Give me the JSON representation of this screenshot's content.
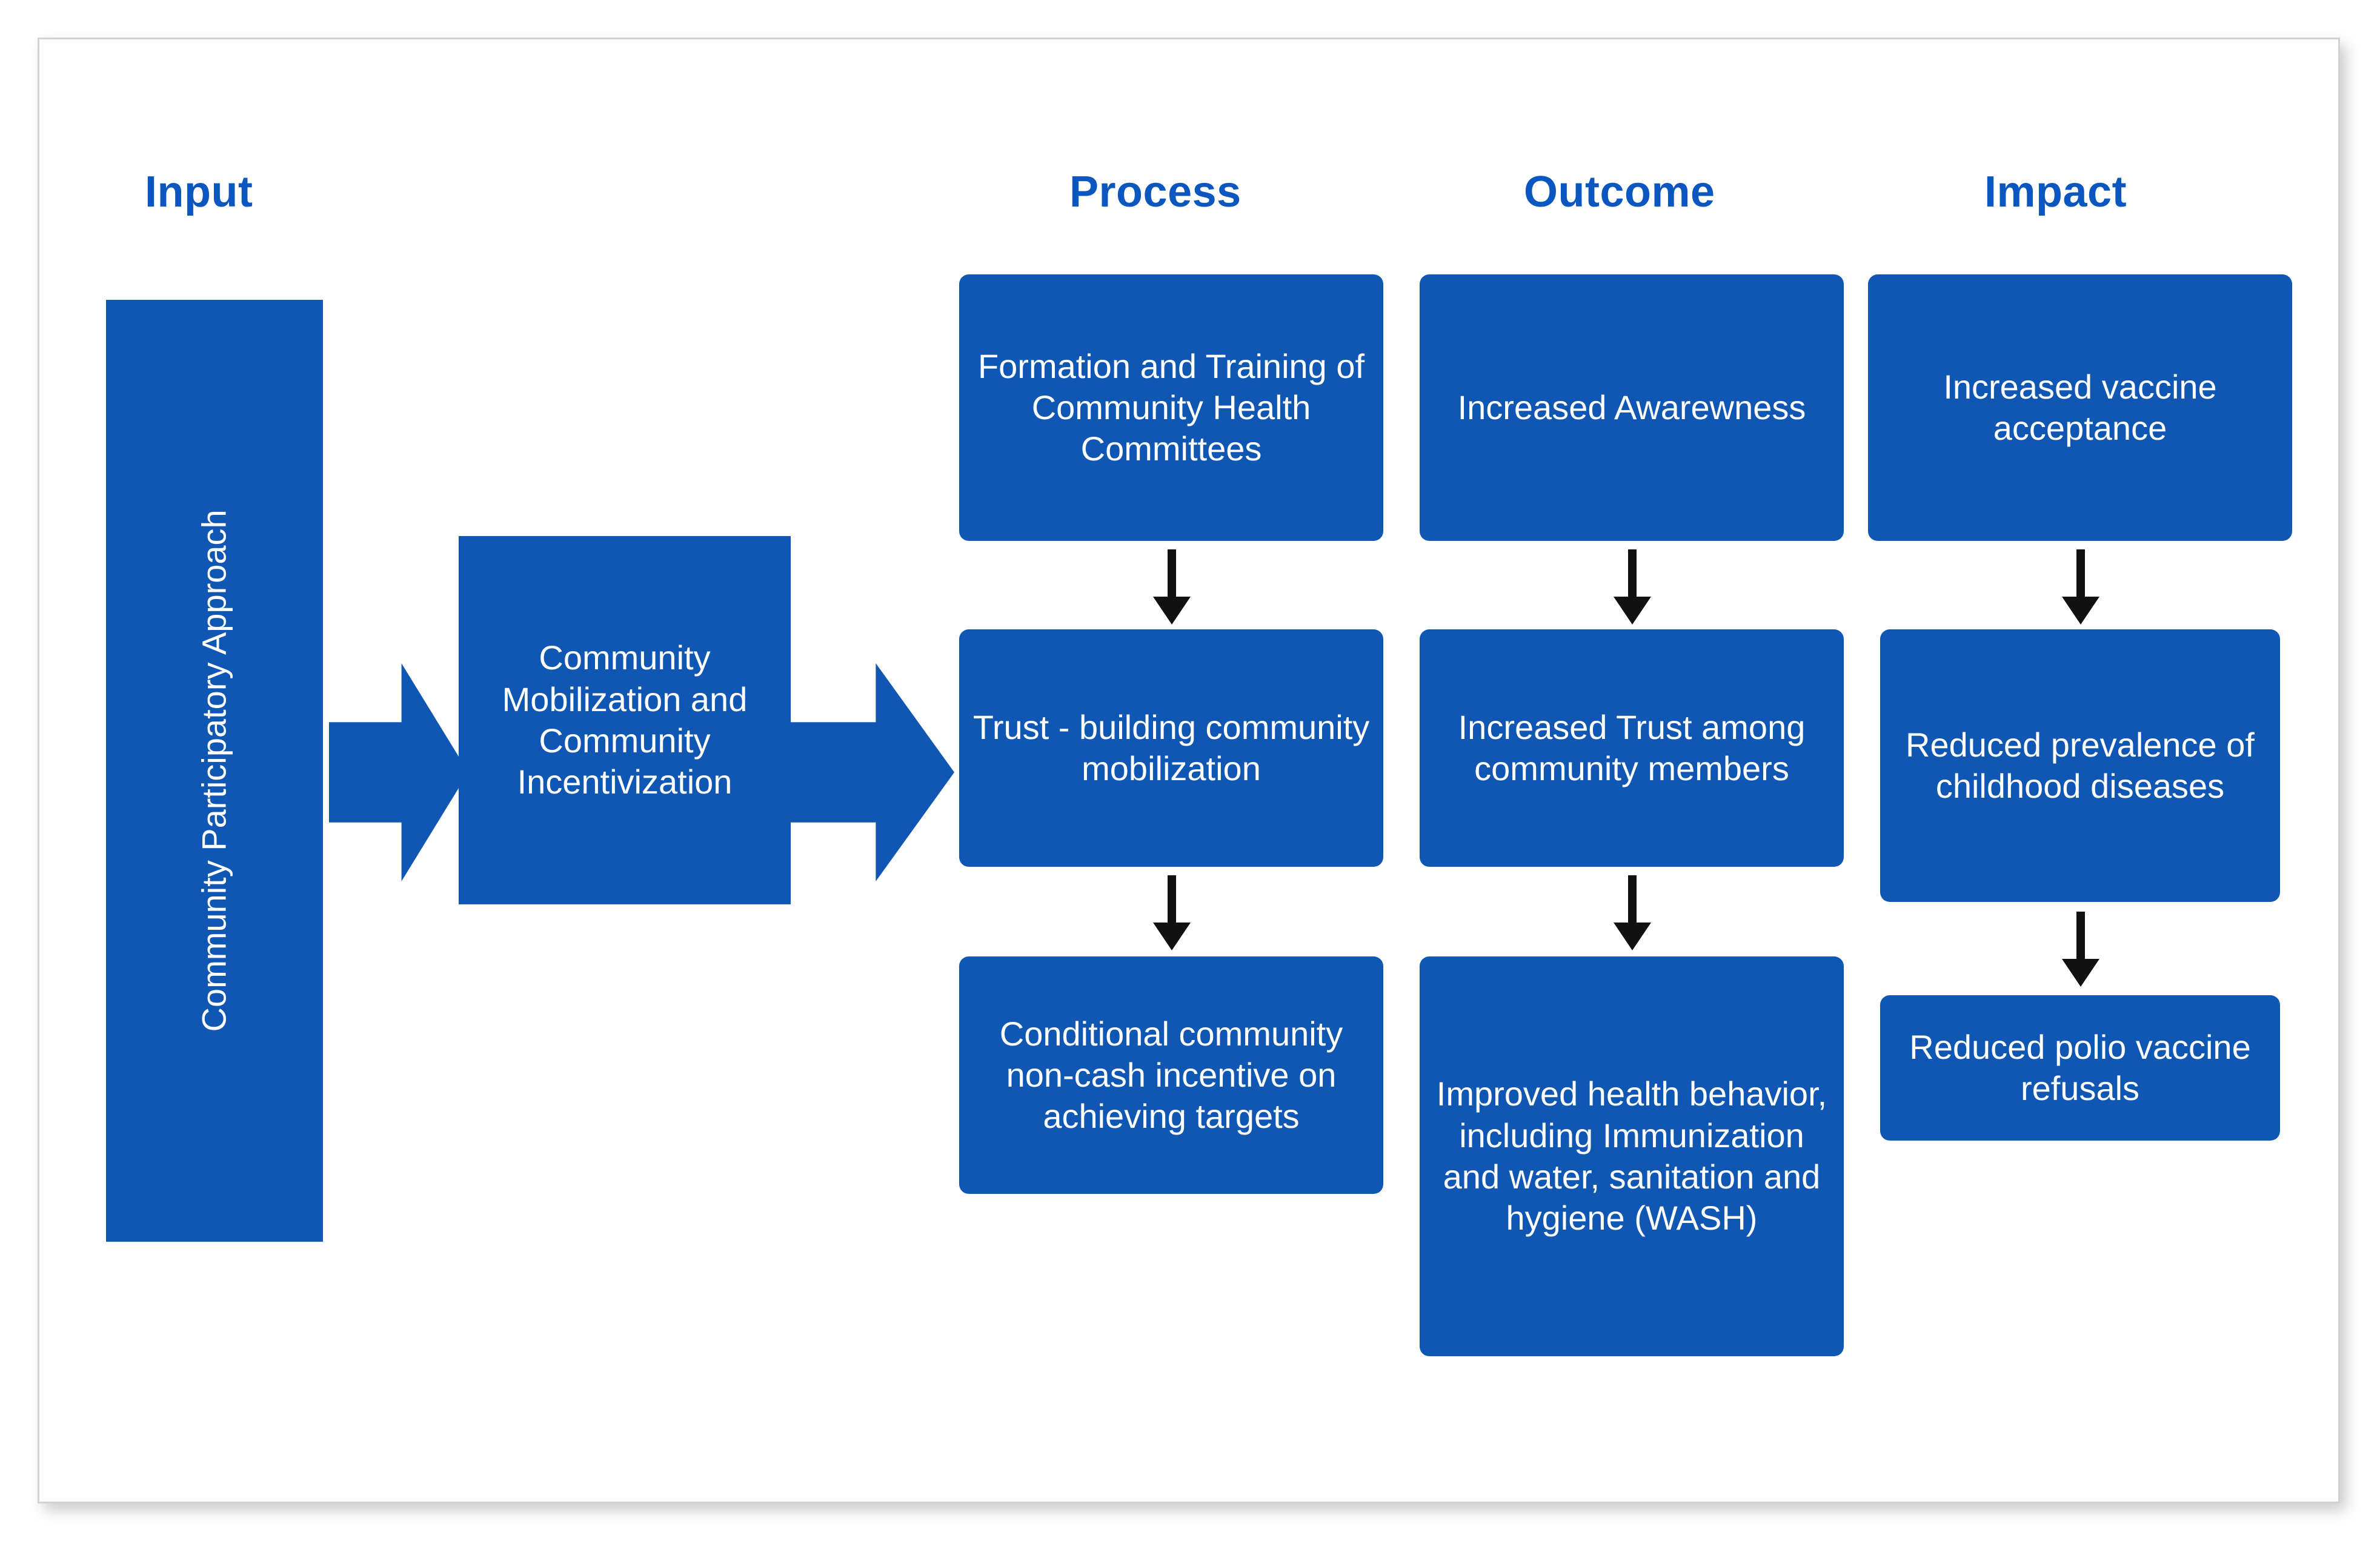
{
  "theme": {
    "box_fill": "#0f57b3",
    "box_text": "#ffffff",
    "heading_color": "#0b57bf",
    "arrow_color": "#111111",
    "frame_border": "#d2d2d2",
    "background": "#ffffff"
  },
  "columns": {
    "input": {
      "heading": "Input"
    },
    "process": {
      "heading": "Process"
    },
    "outcome": {
      "heading": "Outcome"
    },
    "impact": {
      "heading": "Impact"
    }
  },
  "nodes": {
    "input_bar": {
      "label": "Community Participatory Approach"
    },
    "mobilization": {
      "label": "Community Mobilization and Community Incentivization"
    },
    "process": [
      {
        "label": "Formation and Training of Community Health Committees"
      },
      {
        "label": "Trust - building community mobilization"
      },
      {
        "label": "Conditional community non-cash incentive on achieving targets"
      }
    ],
    "outcome": [
      {
        "label": "Increased Awarewness"
      },
      {
        "label": "Increased Trust among community members"
      },
      {
        "label": "Improved health behavior, including Immunization and water, sanitation and hygiene (WASH)"
      }
    ],
    "impact": [
      {
        "label": "Increased vaccine acceptance"
      },
      {
        "label": "Reduced prevalence of childhood diseases"
      },
      {
        "label": "Reduced polio vaccine refusals"
      }
    ]
  },
  "connectors": {
    "block_arrows": [
      {
        "name": "input-to-mobilization"
      },
      {
        "name": "mobilization-to-process"
      }
    ],
    "down_arrows": [
      {
        "name": "process-1-to-2"
      },
      {
        "name": "process-2-to-3"
      },
      {
        "name": "outcome-1-to-2"
      },
      {
        "name": "outcome-2-to-3"
      },
      {
        "name": "impact-1-to-2"
      },
      {
        "name": "impact-2-to-3"
      }
    ]
  }
}
